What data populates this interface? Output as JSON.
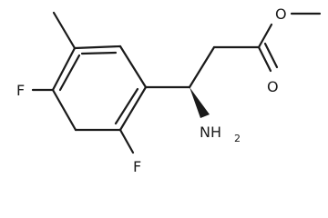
{
  "molecule": {
    "atoms": {
      "f_para": "F",
      "f_ortho": "F",
      "o_ester": "O",
      "o_carbonyl": "O",
      "amine_n": "NH",
      "amine_h_count": "2"
    }
  }
}
